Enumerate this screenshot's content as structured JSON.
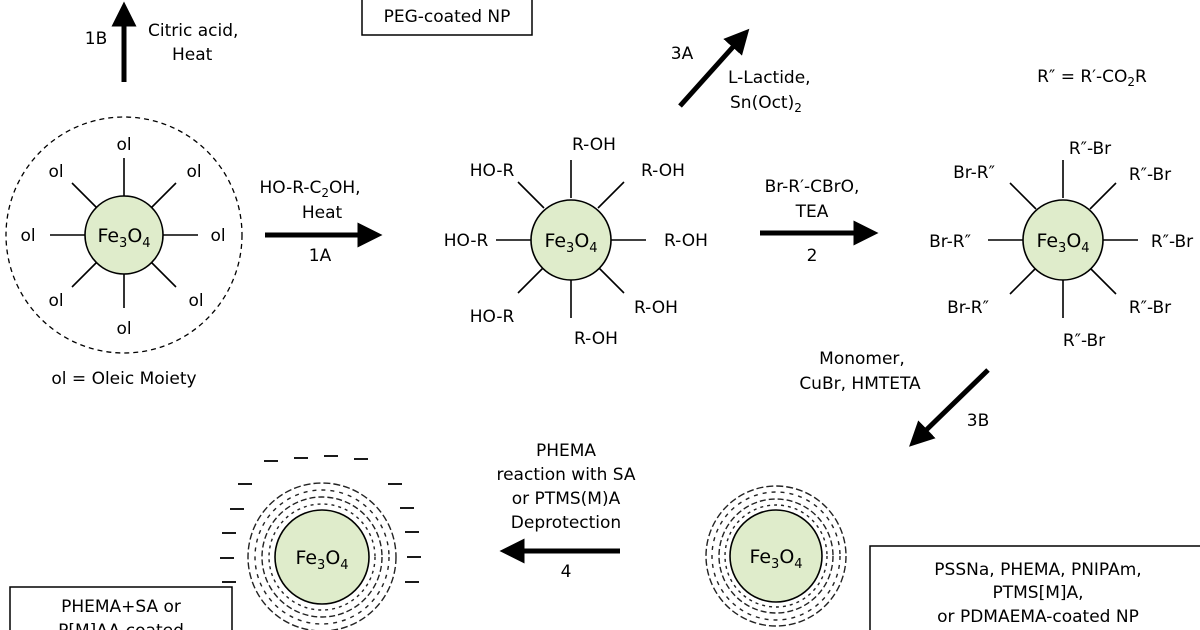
{
  "particles": {
    "p1": {
      "core": "Fe3O4",
      "ligands": [
        "ol",
        "ol",
        "ol",
        "ol",
        "ol",
        "ol",
        "ol",
        "ol"
      ],
      "caption": "ol = Oleic Moiety"
    },
    "p2": {
      "core": "Fe3O4",
      "labels": {
        "top": "R-OH",
        "tr": "R-OH",
        "right": "R-OH",
        "br": "R-OH",
        "bottom": "R-OH",
        "bl": "HO-R",
        "left": "HO-R",
        "tl": "HO-R"
      }
    },
    "p3": {
      "core": "Fe3O4",
      "labels": {
        "top": "R″-Br",
        "tr": "R″-Br",
        "right": "R″-Br",
        "br": "R″-Br",
        "bottom": "R″-Br",
        "bl": "Br-R″",
        "left": "Br-R″",
        "tl": "Br-R″"
      },
      "note": "R″ = R′-CO2R"
    },
    "p4": {
      "core": "Fe3O4"
    },
    "p5": {
      "core": "Fe3O4"
    }
  },
  "steps": {
    "s1b": {
      "id": "1B",
      "line1": "Citric acid,",
      "line2": "Heat"
    },
    "s1a": {
      "id": "1A",
      "line1": "HO-R-C2OH,",
      "line2": "Heat"
    },
    "s2": {
      "id": "2",
      "line1": "Br-R′-CBrO,",
      "line2": "TEA"
    },
    "s3a": {
      "id": "3A",
      "line1": "L-Lactide,",
      "line2": "Sn(Oct)2"
    },
    "s3b": {
      "id": "3B",
      "line1": "Monomer,",
      "line2": "CuBr, HMTETA"
    },
    "s4": {
      "id": "4",
      "line1": "PHEMA",
      "line2": "reaction with SA",
      "line3": "or PTMS(M)A",
      "line4": "Deprotection"
    }
  },
  "boxes": {
    "peg": "PEG-coated NP",
    "pssna": [
      "PSSNa, PHEMA, PNIPAm,",
      "PTMS[M]A,",
      "or PDMAEMA-coated NP"
    ],
    "phema": [
      "PHEMA+SA or",
      "P[M]AA-coated"
    ]
  }
}
